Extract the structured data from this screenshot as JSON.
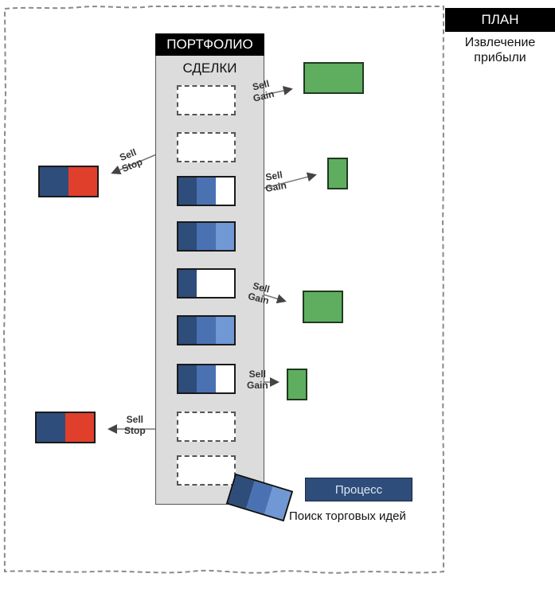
{
  "plan": {
    "title": "ПЛАН",
    "subtitle_line1": "Извлечение",
    "subtitle_line2": "прибыли"
  },
  "portfolio": {
    "title": "ПОРТФОЛИО",
    "deals_title": "СДЕЛКИ",
    "slots": [
      {
        "state": "empty",
        "fill_fraction": 0
      },
      {
        "state": "empty",
        "fill_fraction": 0
      },
      {
        "state": "filled",
        "fill_fraction": 0.67
      },
      {
        "state": "filled",
        "fill_fraction": 1.0
      },
      {
        "state": "filled",
        "fill_fraction": 0.33
      },
      {
        "state": "filled",
        "fill_fraction": 1.0
      },
      {
        "state": "filled",
        "fill_fraction": 0.67
      },
      {
        "state": "empty",
        "fill_fraction": 0
      },
      {
        "state": "empty",
        "fill_fraction": 0
      }
    ]
  },
  "actions": {
    "sell_gain_1": {
      "line1": "Sell",
      "line2": "Gain"
    },
    "sell_gain_2": {
      "line1": "Sell",
      "line2": "Gain"
    },
    "sell_gain_3": {
      "line1": "Sell",
      "line2": "Gain"
    },
    "sell_gain_4": {
      "line1": "Sell",
      "line2": "Gain"
    },
    "sell_stop_1": {
      "line1": "Sell",
      "line2": "Stop"
    },
    "sell_stop_2": {
      "line1": "Sell",
      "line2": "Stop"
    }
  },
  "process": {
    "button_label": "Процесс",
    "caption": "Поиск торговых идей"
  },
  "colors": {
    "blue_dark": "#2e4d7b",
    "blue_mid": "#4a72b3",
    "blue_light": "#6f98d4",
    "gain_green": "#5fae5f",
    "stop_red": "#e03f2c",
    "portfolio_bg": "#dcdcdc"
  }
}
